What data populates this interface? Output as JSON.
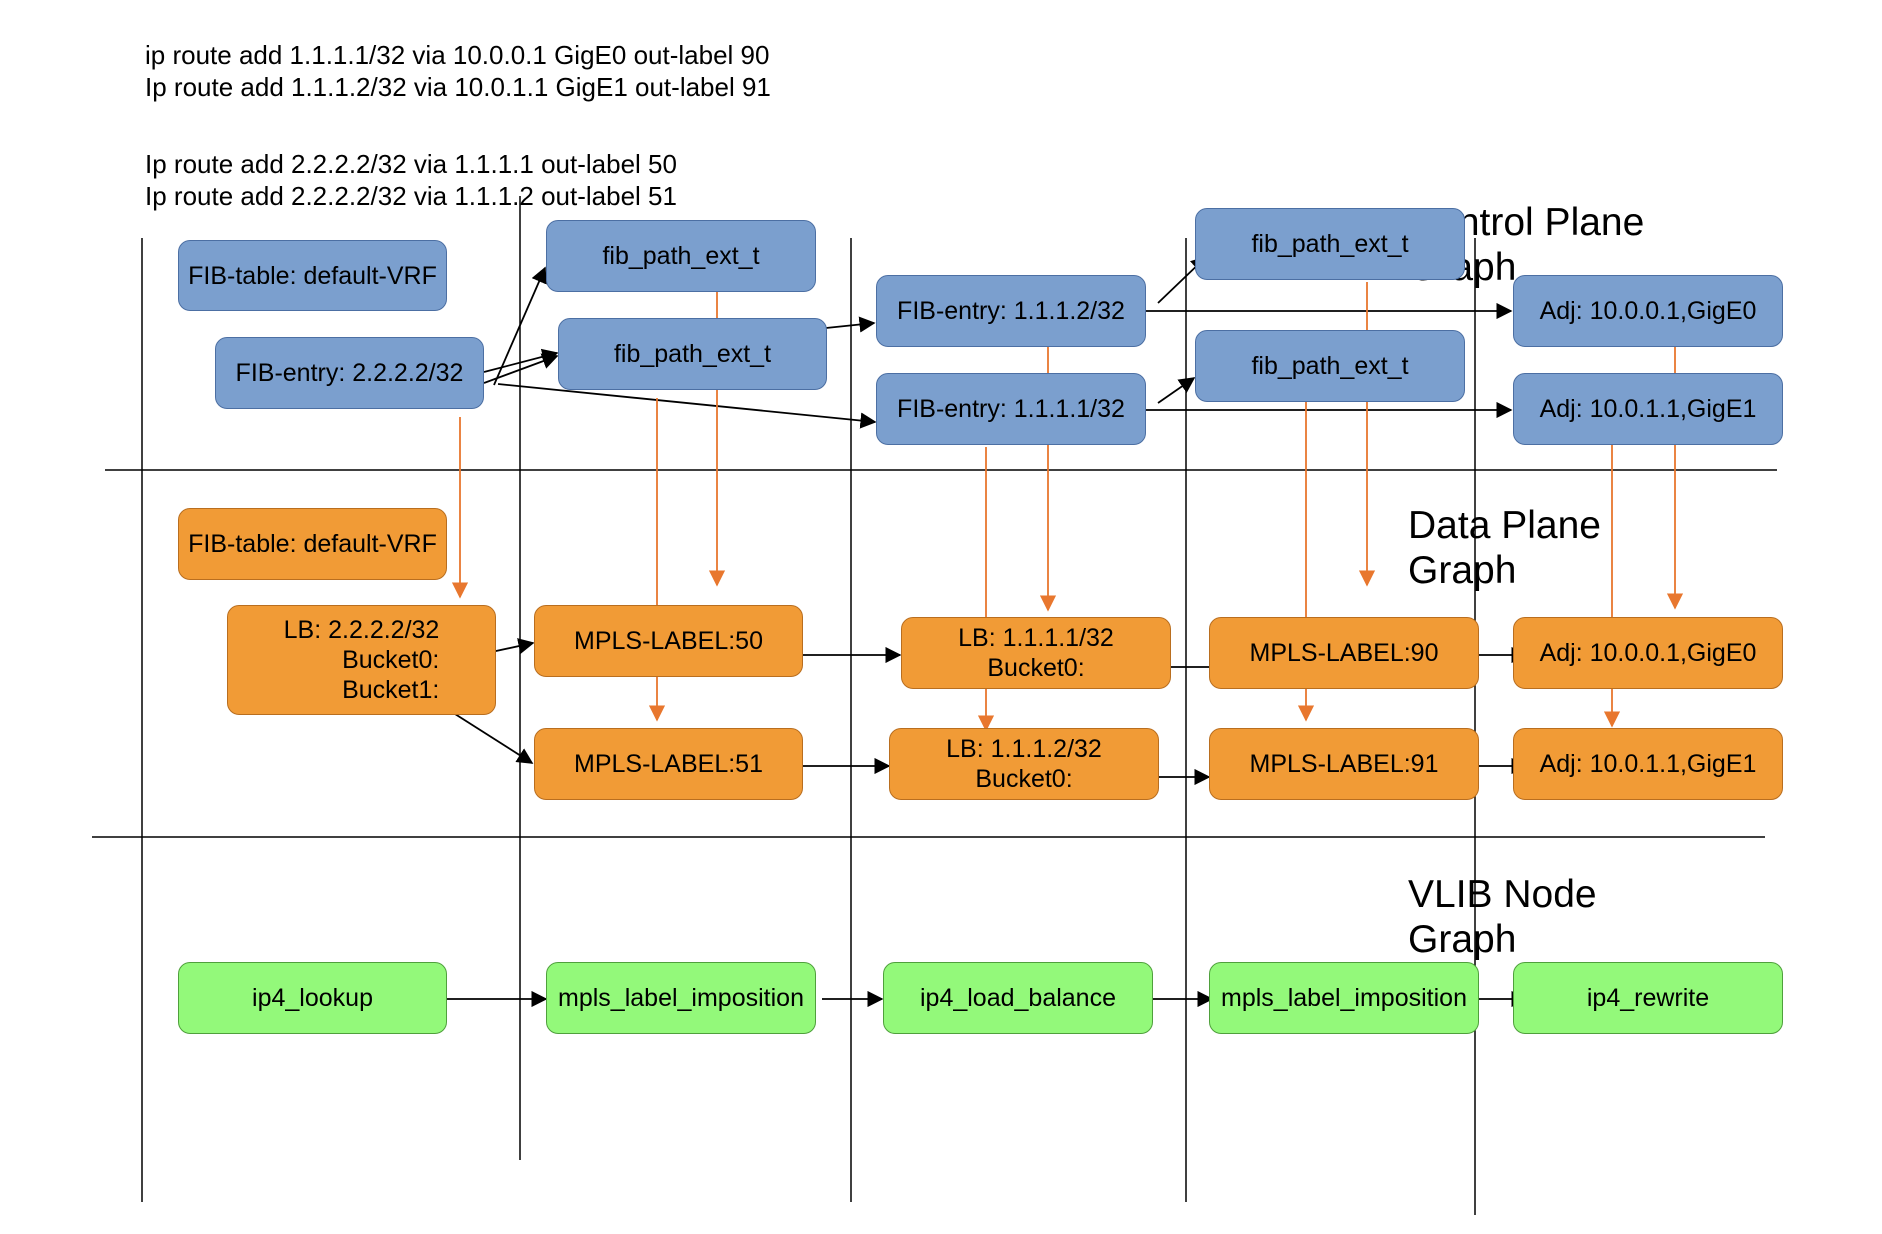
{
  "commands": [
    "ip route add 1.1.1.1/32 via 10.0.0.1 GigE0 out-label 90",
    "Ip route add 1.1.1.2/32 via 10.0.1.1 GigE1 out-label 91",
    "Ip route add 2.2.2.2/32 via 1.1.1.1 out-label 50",
    "Ip route add 2.2.2.2/32 via 1.1.1.2 out-label 51"
  ],
  "sections": {
    "control_plane": "Control Plane\nGraph",
    "data_plane": "Data Plane\nGraph",
    "vlib": "VLIB Node\nGraph"
  },
  "control_plane": {
    "fib_table": "FIB-table: default-VRF",
    "fib_entry_2222": "FIB-entry: 2.2.2.2/32",
    "path_a": "fib_path_ext_t",
    "path_b": "fib_path_ext_t",
    "fib_entry_1112": "FIB-entry: 1.1.1.2/32",
    "fib_entry_1111": "FIB-entry: 1.1.1.1/32",
    "path_c": "fib_path_ext_t",
    "path_d": "fib_path_ext_t",
    "adj_gige0": "Adj: 10.0.0.1,GigE0",
    "adj_gige1": "Adj: 10.0.1.1,GigE1"
  },
  "data_plane": {
    "fib_table": "FIB-table: default-VRF",
    "lb_2222": {
      "line1": "LB: 2.2.2.2/32",
      "line2": "Bucket0:",
      "line3": "Bucket1:"
    },
    "mpls_50": "MPLS-LABEL:50",
    "mpls_51": "MPLS-LABEL:51",
    "lb_1111": {
      "line1": "LB: 1.1.1.1/32",
      "line2": "Bucket0:"
    },
    "lb_1112": {
      "line1": "LB: 1.1.1.2/32",
      "line2": "Bucket0:"
    },
    "mpls_90": "MPLS-LABEL:90",
    "mpls_91": "MPLS-LABEL:91",
    "adj_gige0": "Adj: 10.0.0.1,GigE0",
    "adj_gige1": "Adj: 10.0.1.1,GigE1"
  },
  "vlib": {
    "ip4_lookup": "ip4_lookup",
    "mpls_label_imposition_1": "mpls_label_imposition",
    "ip4_load_balance": "ip4_load_balance",
    "mpls_label_imposition_2": "mpls_label_imposition",
    "ip4_rewrite": "ip4_rewrite"
  },
  "colors": {
    "control": "#7b9fce",
    "data": "#f19b36",
    "vlib": "#93f97a",
    "orange_arrow": "#e8772e",
    "black_arrow": "#000000"
  }
}
